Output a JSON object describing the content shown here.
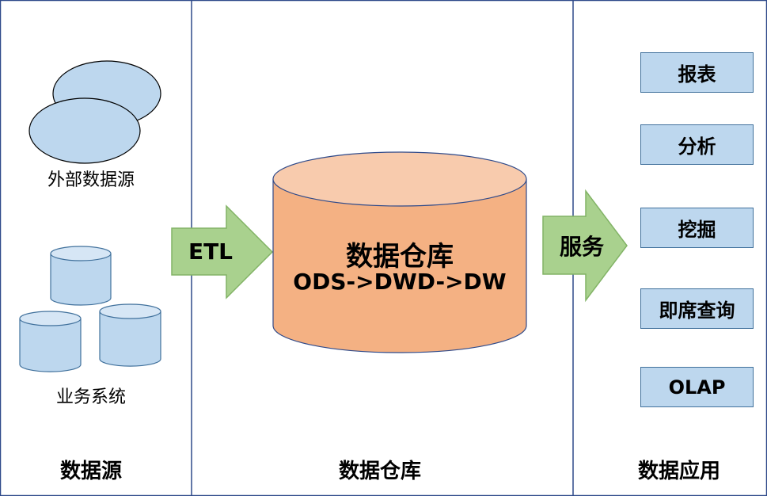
{
  "sources": {
    "external_label": "外部数据源",
    "business_label": "业务系统",
    "section_label": "数据源"
  },
  "etl": {
    "label": "ETL"
  },
  "warehouse": {
    "title": "数据仓库",
    "subtitle": "ODS->DWD->DW",
    "section_label": "数据仓库"
  },
  "service": {
    "label": "服务"
  },
  "applications": {
    "section_label": "数据应用",
    "items": [
      "报表",
      "分析",
      "挖掘",
      "即席查询",
      "OLAP"
    ]
  },
  "colors": {
    "border": "#2f4a8a",
    "ellipse_fill": "#bdd7ee",
    "cylinder_body": "#f4b183",
    "cylinder_top": "#f8cbad",
    "arrow_fill": "#a9d18e",
    "arrow_stroke": "#82b366"
  }
}
